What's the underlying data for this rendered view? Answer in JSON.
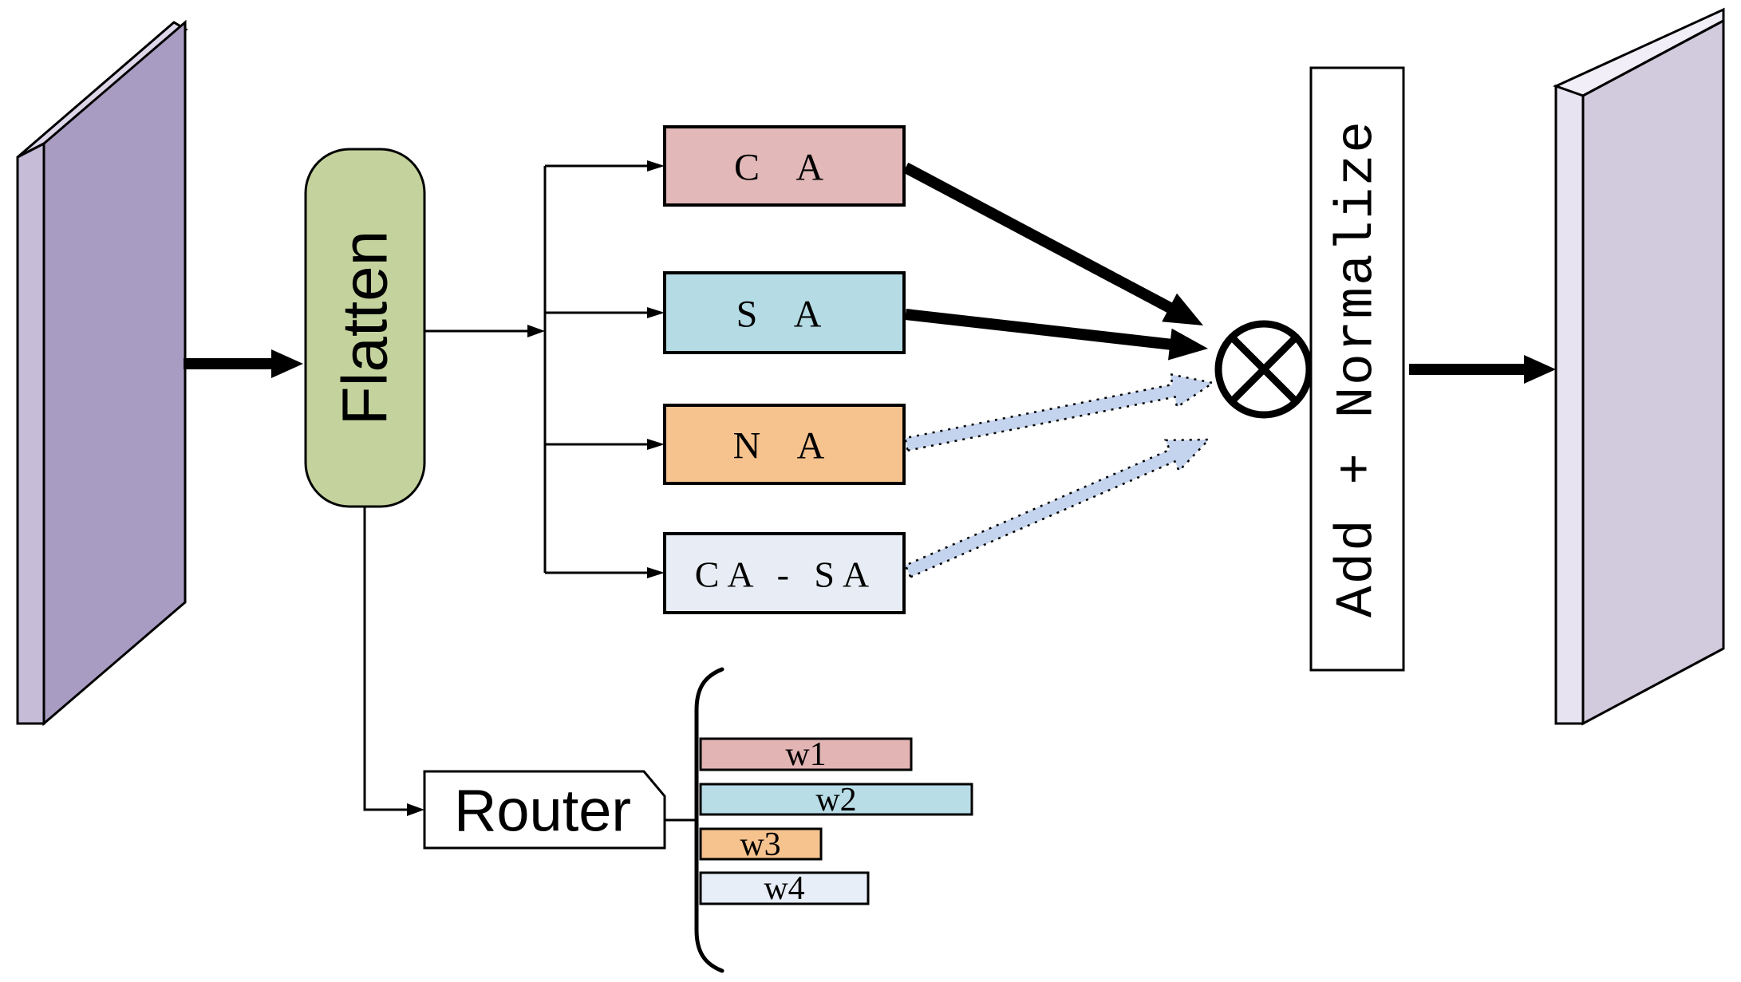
{
  "figure": {
    "description_label": "mixture-of-attention-experts block diagram"
  },
  "blocks": {
    "flatten": {
      "label": "Flatten",
      "fill": "#c4d39d"
    },
    "router": {
      "label": "Router",
      "fill": "#ffffff"
    },
    "add_normalize": {
      "label": "Add + Normalize",
      "fill": "#ffffff"
    }
  },
  "experts": [
    {
      "label": "C A",
      "fill": "#e2b8b8",
      "arrow_style": "solid-black"
    },
    {
      "label": "S A",
      "fill": "#b5dbe4",
      "arrow_style": "solid-black"
    },
    {
      "label": "N A",
      "fill": "#f6c28e",
      "arrow_style": "dotted-blue"
    },
    {
      "label": "CA - SA",
      "fill": "#e8edf5",
      "arrow_style": "dotted-blue"
    }
  ],
  "weights": [
    {
      "label": "w1",
      "fill": "#e2b4b4"
    },
    {
      "label": "w2",
      "fill": "#b8dde7"
    },
    {
      "label": "w3",
      "fill": "#f6c28e"
    },
    {
      "label": "w4",
      "fill": "#e8eef8"
    }
  ],
  "tensors": {
    "input": {
      "front": "#a99cc2",
      "side": "#c6bcd8",
      "top": "#ded7ea"
    },
    "output": {
      "front": "#d2cadd",
      "side": "#e7e3f0",
      "top": "#f1eef7"
    }
  },
  "symbols": {
    "multiply_node": "circle-with-diagonal-cross"
  },
  "colors": {
    "line": "#000000",
    "dotted_arrow_fill": "#c5d4ee",
    "background": "#ffffff"
  }
}
